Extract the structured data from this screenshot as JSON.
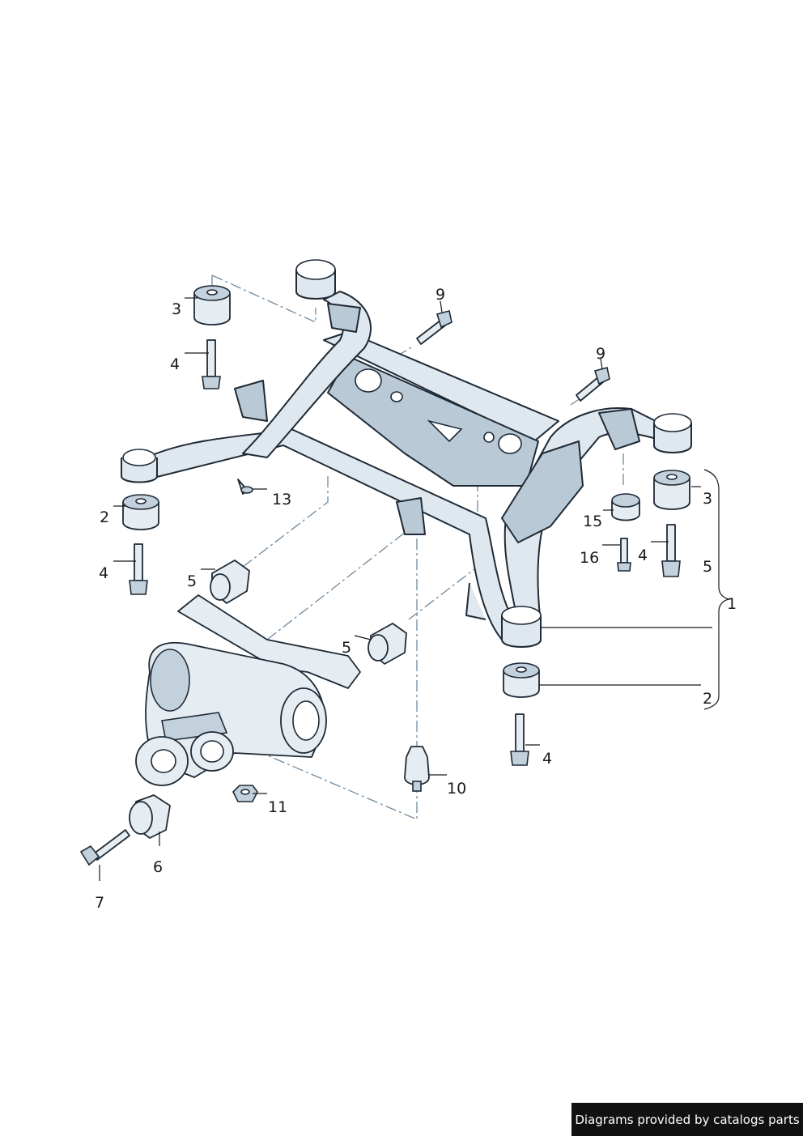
{
  "callouts": [
    {
      "id": "c3a",
      "text": "3"
    },
    {
      "id": "c4a",
      "text": "4"
    },
    {
      "id": "c9a",
      "text": "9"
    },
    {
      "id": "c9b",
      "text": "9"
    },
    {
      "id": "c2a",
      "text": "2"
    },
    {
      "id": "c4b",
      "text": "4"
    },
    {
      "id": "c13",
      "text": "13"
    },
    {
      "id": "c5a",
      "text": "5"
    },
    {
      "id": "c5b",
      "text": "5"
    },
    {
      "id": "c3b",
      "text": "3"
    },
    {
      "id": "c15",
      "text": "15"
    },
    {
      "id": "c16",
      "text": "16"
    },
    {
      "id": "c4c",
      "text": "4"
    },
    {
      "id": "c5c",
      "text": "5"
    },
    {
      "id": "c1",
      "text": "1"
    },
    {
      "id": "c2b",
      "text": "2"
    },
    {
      "id": "c4d",
      "text": "4"
    },
    {
      "id": "c10",
      "text": "10"
    },
    {
      "id": "c11",
      "text": "11"
    },
    {
      "id": "c6",
      "text": "6"
    },
    {
      "id": "c7",
      "text": "7"
    }
  ],
  "credit": "Diagrams provided by catalogs parts",
  "colors": {
    "line": "#1e2a36",
    "fill": "#dfe8ee",
    "dash": "#6e8aa0",
    "credit_bg": "#111111"
  }
}
